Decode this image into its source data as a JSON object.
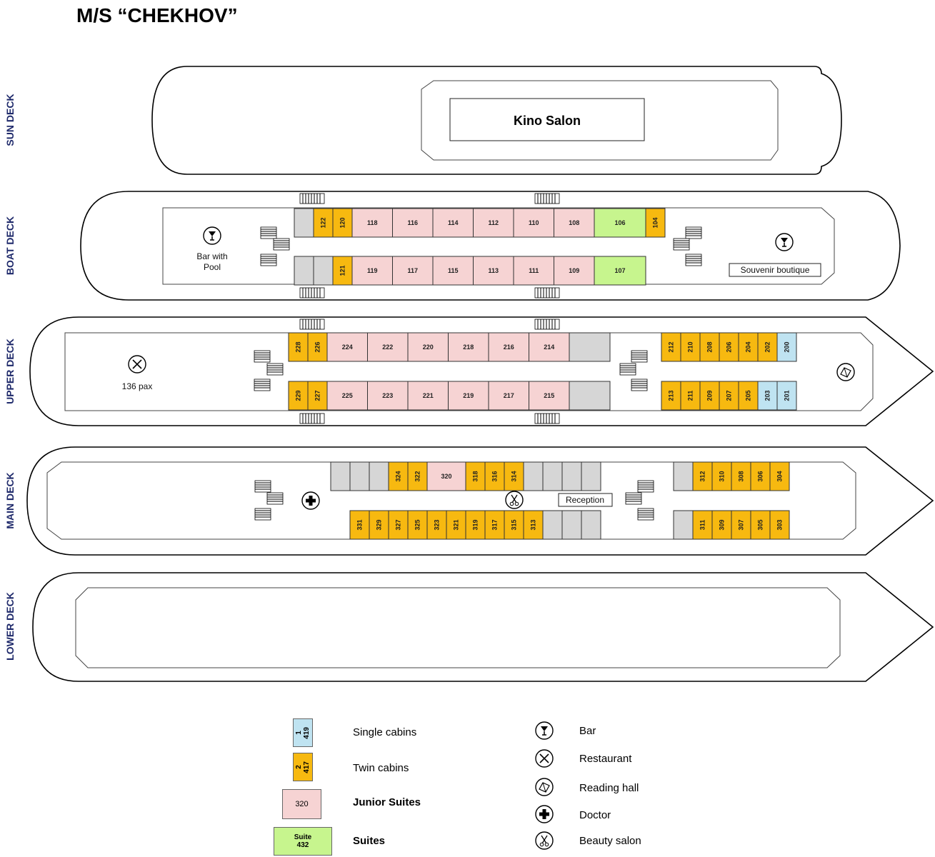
{
  "title": "M/S “CHEKHOV”",
  "colors": {
    "twin": "#f7b910",
    "single": "#bfe3f1",
    "junior": "#f6d3d3",
    "suite": "#c7f58e",
    "service": "#d6d6d6",
    "deck_label": "#1f2a6b"
  },
  "decks": {
    "sun": {
      "label": "SUN DECK",
      "room": "Kino Salon"
    },
    "boat": {
      "label": "BOAT DECK",
      "bar_label_1": "Bar with",
      "bar_label_2": "Pool",
      "boutique": "Souvenir boutique",
      "row_top": [
        {
          "n": "",
          "t": "service"
        },
        {
          "n": "122",
          "t": "twin"
        },
        {
          "n": "120",
          "t": "twin"
        },
        {
          "n": "118",
          "t": "junior"
        },
        {
          "n": "116",
          "t": "junior"
        },
        {
          "n": "114",
          "t": "junior"
        },
        {
          "n": "112",
          "t": "junior"
        },
        {
          "n": "110",
          "t": "junior"
        },
        {
          "n": "108",
          "t": "junior"
        },
        {
          "n": "106",
          "t": "suite"
        },
        {
          "n": "104",
          "t": "twin"
        }
      ],
      "row_bottom": [
        {
          "n": "",
          "t": "service"
        },
        {
          "n": "",
          "t": "service"
        },
        {
          "n": "121",
          "t": "twin"
        },
        {
          "n": "119",
          "t": "junior"
        },
        {
          "n": "117",
          "t": "junior"
        },
        {
          "n": "115",
          "t": "junior"
        },
        {
          "n": "113",
          "t": "junior"
        },
        {
          "n": "111",
          "t": "junior"
        },
        {
          "n": "109",
          "t": "junior"
        },
        {
          "n": "107",
          "t": "suite"
        }
      ]
    },
    "upper": {
      "label": "UPPER DECK",
      "restaurant_pax": "136 pax",
      "row_top_left": [
        {
          "n": "228",
          "t": "twin"
        },
        {
          "n": "226",
          "t": "twin"
        },
        {
          "n": "224",
          "t": "junior"
        },
        {
          "n": "222",
          "t": "junior"
        },
        {
          "n": "220",
          "t": "junior"
        },
        {
          "n": "218",
          "t": "junior"
        },
        {
          "n": "216",
          "t": "junior"
        },
        {
          "n": "214",
          "t": "junior"
        },
        {
          "n": "",
          "t": "service"
        }
      ],
      "row_top_right": [
        {
          "n": "212",
          "t": "twin"
        },
        {
          "n": "210",
          "t": "twin"
        },
        {
          "n": "208",
          "t": "twin"
        },
        {
          "n": "206",
          "t": "twin"
        },
        {
          "n": "204",
          "t": "twin"
        },
        {
          "n": "202",
          "t": "twin"
        },
        {
          "n": "200",
          "t": "single"
        }
      ],
      "row_bottom_left": [
        {
          "n": "229",
          "t": "twin"
        },
        {
          "n": "227",
          "t": "twin"
        },
        {
          "n": "225",
          "t": "junior"
        },
        {
          "n": "223",
          "t": "junior"
        },
        {
          "n": "221",
          "t": "junior"
        },
        {
          "n": "219",
          "t": "junior"
        },
        {
          "n": "217",
          "t": "junior"
        },
        {
          "n": "215",
          "t": "junior"
        },
        {
          "n": "",
          "t": "service"
        }
      ],
      "row_bottom_right": [
        {
          "n": "213",
          "t": "twin"
        },
        {
          "n": "211",
          "t": "twin"
        },
        {
          "n": "209",
          "t": "twin"
        },
        {
          "n": "207",
          "t": "twin"
        },
        {
          "n": "205",
          "t": "twin"
        },
        {
          "n": "203",
          "t": "single"
        },
        {
          "n": "201",
          "t": "single"
        }
      ]
    },
    "main": {
      "label": "MAIN DECK",
      "reception": "Reception",
      "row_top_left": [
        {
          "n": "",
          "t": "service"
        },
        {
          "n": "",
          "t": "service"
        },
        {
          "n": "",
          "t": "service"
        },
        {
          "n": "324",
          "t": "twin"
        },
        {
          "n": "322",
          "t": "twin"
        },
        {
          "n": "320",
          "t": "junior"
        },
        {
          "n": "318",
          "t": "twin"
        },
        {
          "n": "316",
          "t": "twin"
        },
        {
          "n": "314",
          "t": "twin"
        },
        {
          "n": "",
          "t": "service"
        },
        {
          "n": "",
          "t": "service"
        },
        {
          "n": "",
          "t": "service"
        },
        {
          "n": "",
          "t": "service"
        }
      ],
      "row_top_right": [
        {
          "n": "",
          "t": "service"
        },
        {
          "n": "312",
          "t": "twin"
        },
        {
          "n": "310",
          "t": "twin"
        },
        {
          "n": "308",
          "t": "twin"
        },
        {
          "n": "306",
          "t": "twin"
        },
        {
          "n": "304",
          "t": "twin"
        }
      ],
      "row_bottom_left": [
        {
          "n": "331",
          "t": "twin"
        },
        {
          "n": "329",
          "t": "twin"
        },
        {
          "n": "327",
          "t": "twin"
        },
        {
          "n": "325",
          "t": "twin"
        },
        {
          "n": "323",
          "t": "twin"
        },
        {
          "n": "321",
          "t": "twin"
        },
        {
          "n": "319",
          "t": "twin"
        },
        {
          "n": "317",
          "t": "twin"
        },
        {
          "n": "315",
          "t": "twin"
        },
        {
          "n": "313",
          "t": "twin"
        },
        {
          "n": "",
          "t": "service"
        },
        {
          "n": "",
          "t": "service"
        },
        {
          "n": "",
          "t": "service"
        }
      ],
      "row_bottom_right": [
        {
          "n": "",
          "t": "service"
        },
        {
          "n": "311",
          "t": "twin"
        },
        {
          "n": "309",
          "t": "twin"
        },
        {
          "n": "307",
          "t": "twin"
        },
        {
          "n": "305",
          "t": "twin"
        },
        {
          "n": "303",
          "t": "twin"
        }
      ]
    },
    "lower": {
      "label": "LOWER DECK"
    }
  },
  "legend": {
    "cabins": [
      {
        "sample_1": "1",
        "sample_2": "419",
        "label": "Single cabins",
        "type": "single"
      },
      {
        "sample_1": "2",
        "sample_2": "417",
        "label": "Twin cabins",
        "type": "twin"
      },
      {
        "sample_1": "320",
        "sample_2": "",
        "label": "Junior Suites",
        "type": "junior"
      },
      {
        "sample_1": "Suite",
        "sample_2": "432",
        "label": "Suites",
        "type": "suite"
      }
    ],
    "icons": [
      {
        "icon": "bar-icon",
        "label": "Bar"
      },
      {
        "icon": "restaurant-icon",
        "label": "Restaurant"
      },
      {
        "icon": "reading-hall-icon",
        "label": "Reading hall"
      },
      {
        "icon": "doctor-icon",
        "label": "Doctor"
      },
      {
        "icon": "beauty-salon-icon",
        "label": "Beauty salon"
      }
    ]
  }
}
